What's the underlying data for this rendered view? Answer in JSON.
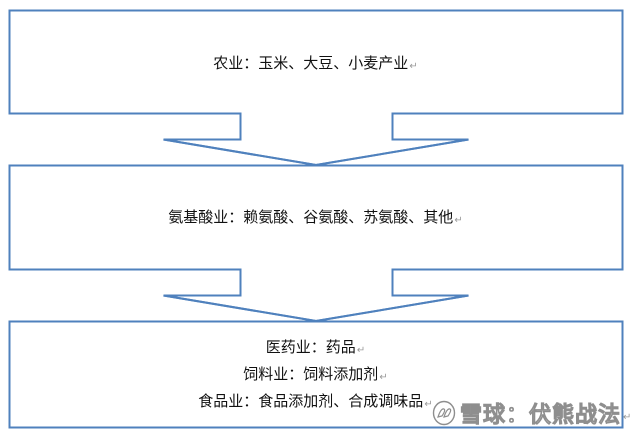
{
  "diagram": {
    "type": "flow-down",
    "stroke_color": "#4F81BD",
    "text_color": "#111111",
    "paragraph_mark": "↵",
    "boxes": [
      {
        "id": "agriculture",
        "lines": [
          "农业：玉米、大豆、小麦产业"
        ]
      },
      {
        "id": "amino-acid",
        "lines": [
          "氨基酸业：赖氨酸、谷氨酸、苏氨酸、其他"
        ]
      },
      {
        "id": "downstream",
        "lines": [
          "医药业：药品",
          "饲料业：饲料添加剂",
          "食品业：食品添加剂、合成调味品"
        ]
      }
    ],
    "arrows": [
      {
        "from": "agriculture",
        "to": "amino-acid"
      },
      {
        "from": "amino-acid",
        "to": "downstream"
      }
    ]
  },
  "watermark": {
    "icon": "xueqiu-logo-icon",
    "text": "雪球：伏熊战法"
  }
}
